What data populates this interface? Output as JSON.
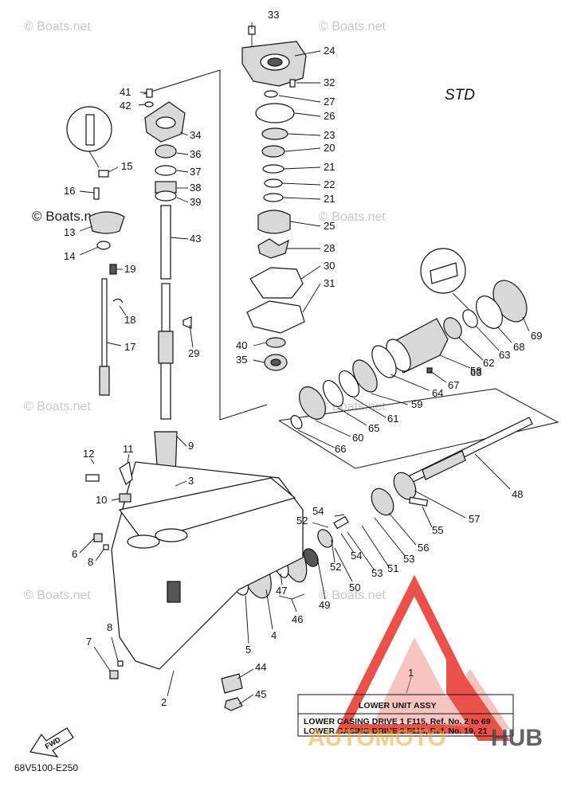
{
  "std_label": "STD",
  "watermark": "© Boats.net",
  "fwd_label": "FWD",
  "drawing_code": "68V5100-E250",
  "info_box": {
    "ref_number": "1",
    "title": "LOWER UNIT ASSY",
    "line1": "LOWER CASING DRIVE 1 F115,  Ref. No. 2 to 69",
    "line2": "LOWER CASING DRIVE 2 F115,  Ref. No. 19, 21"
  },
  "logo": {
    "text_a": "AUTOMOTO",
    "text_b": "HUB",
    "accent_color": "#e8322a",
    "accent_light": "#f08a83",
    "dark_color": "#4a4a4a"
  },
  "callouts": [
    "33",
    "24",
    "32",
    "27",
    "26",
    "23",
    "20",
    "21",
    "22",
    "21",
    "25",
    "28",
    "30",
    "31",
    "40",
    "35",
    "41",
    "42",
    "34",
    "36",
    "37",
    "38",
    "39",
    "43",
    "29",
    "15",
    "16",
    "13",
    "14",
    "19",
    "18",
    "17",
    "69",
    "68",
    "63",
    "62",
    "63",
    "58",
    "67",
    "64",
    "59",
    "61",
    "65",
    "60",
    "66",
    "48",
    "57",
    "55",
    "56",
    "53",
    "51",
    "54",
    "53",
    "52",
    "50",
    "49",
    "54",
    "52",
    "47",
    "46",
    "4",
    "5",
    "44",
    "45",
    "9",
    "3",
    "11",
    "12",
    "10",
    "6",
    "8",
    "7",
    "8",
    "2"
  ]
}
